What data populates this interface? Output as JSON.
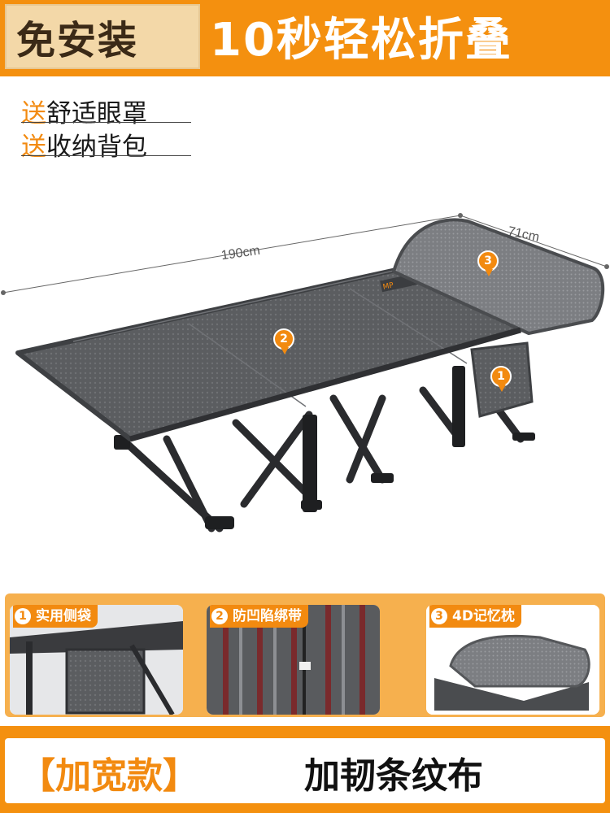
{
  "banner": {
    "badge": "免安装",
    "headline": "10秒轻松折叠"
  },
  "gifts": [
    {
      "prefix": "送",
      "text": "舒适眼罩"
    },
    {
      "prefix": "送",
      "text": "收纳背包"
    }
  ],
  "dimensions": {
    "length": "190cm",
    "width": "71cm"
  },
  "markers": [
    "1",
    "2",
    "3"
  ],
  "features": [
    {
      "num": "1",
      "label": "实用侧袋"
    },
    {
      "num": "2",
      "label": "防凹陷绑带"
    },
    {
      "num": "3",
      "label": "4D记忆枕"
    }
  ],
  "bottom": {
    "left": "【加宽款】",
    "right": "加韧条纹布"
  },
  "colors": {
    "accent": "#f28a10",
    "banner": "#f4900f",
    "badge_bg": "#f3d8a8",
    "fabric": "#5b5d60",
    "frame": "#2a2b2e"
  }
}
